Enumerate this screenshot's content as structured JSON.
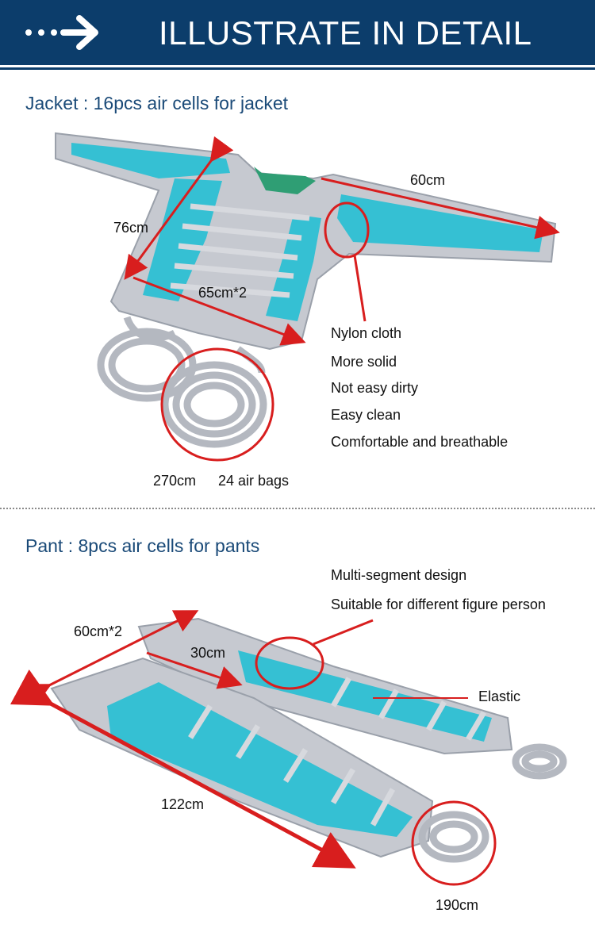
{
  "header": {
    "title": "ILLUSTRATE IN DETAIL",
    "icon": "arrow-right-dots-icon",
    "color": "#0c3d6b"
  },
  "jacket": {
    "title": "Jacket : 16pcs air cells for jacket",
    "dim_length": "76cm",
    "dim_sleeve": "60cm",
    "dim_width": "65cm*2",
    "features": [
      "Nylon cloth",
      "More solid",
      "Not easy dirty",
      "Easy clean",
      "Comfortable and breathable"
    ],
    "hose_length": "270cm",
    "air_bags": "24 air bags"
  },
  "pant": {
    "title": "Pant : 8pcs air cells for pants",
    "features": [
      "Multi-segment design",
      "Suitable for different figure person"
    ],
    "dim_width": "60cm*2",
    "dim_leg_width": "30cm",
    "elastic": "Elastic",
    "dim_length": "122cm",
    "hose_length": "190cm"
  },
  "colors": {
    "fabric": "#c6c9d0",
    "air_cell": "#35c0d3",
    "annotation": "#d81e1e",
    "title": "#1a4a78"
  }
}
